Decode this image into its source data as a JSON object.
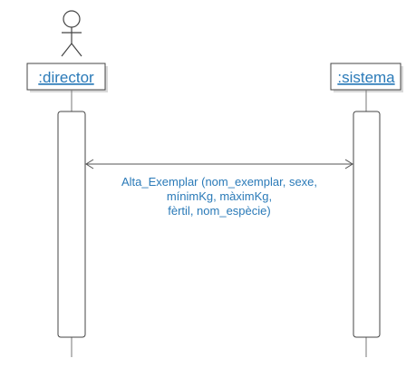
{
  "participants": [
    {
      "id": "director",
      "label": ":director",
      "kind": "actor"
    },
    {
      "id": "sistema",
      "label": ":sistema",
      "kind": "object"
    }
  ],
  "message": {
    "from": "director",
    "to": "sistema",
    "lines": [
      "Alta_Exemplar (nom_exemplar, sexe,",
      "mínimKg, màximKg,",
      "fèrtil, nom_espècie)"
    ]
  },
  "colors": {
    "text": "#2a7ab8",
    "line": "#555555",
    "frame_shadow": "#d9d9d9"
  }
}
